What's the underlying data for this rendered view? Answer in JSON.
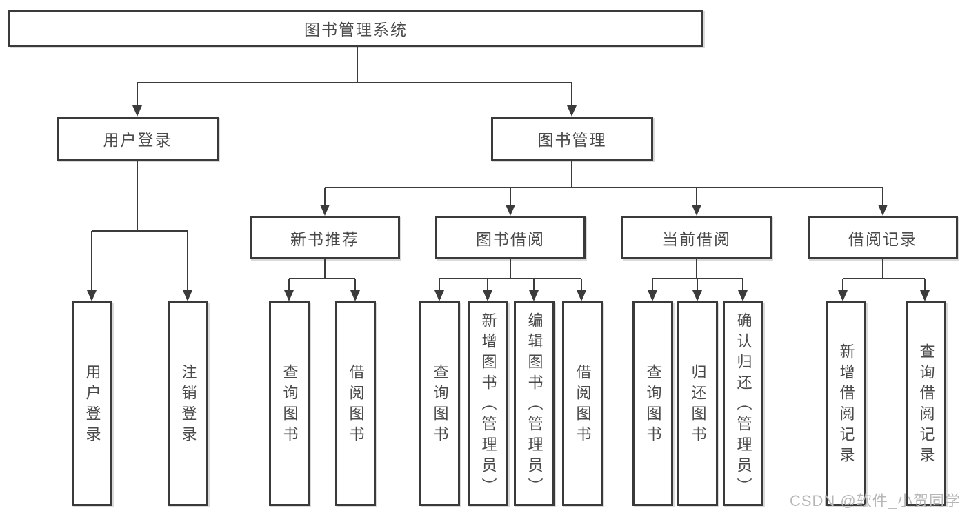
{
  "colors": {
    "line": "#3b3b3b",
    "text": "#4a4a4a",
    "background": "#ffffff",
    "watermark_text_color": "#b7b7b7"
  },
  "watermark": {
    "text": "CSDN @软件_小贺同学"
  },
  "diagram": {
    "root": {
      "label": "图书管理系统"
    },
    "level2": [
      {
        "label": "用户登录",
        "parent": "图书管理系统"
      },
      {
        "label": "图书管理",
        "parent": "图书管理系统"
      }
    ],
    "level3": [
      {
        "label": "新书推荐",
        "parent": "图书管理"
      },
      {
        "label": "图书借阅",
        "parent": "图书管理"
      },
      {
        "label": "当前借阅",
        "parent": "图书管理"
      },
      {
        "label": "借阅记录",
        "parent": "图书管理"
      }
    ],
    "leaves": [
      {
        "label": "用户登录",
        "parent": "用户登录"
      },
      {
        "label": "注销登录",
        "parent": "用户登录"
      },
      {
        "label": "查询图书",
        "parent": "新书推荐"
      },
      {
        "label": "借阅图书",
        "parent": "新书推荐"
      },
      {
        "label": "查询图书",
        "parent": "图书借阅"
      },
      {
        "label": "新增图书（管理员）",
        "parent": "图书借阅"
      },
      {
        "label": "编辑图书（管理员）",
        "parent": "图书借阅"
      },
      {
        "label": "借阅图书",
        "parent": "图书借阅"
      },
      {
        "label": "查询图书",
        "parent": "当前借阅"
      },
      {
        "label": "归还图书",
        "parent": "当前借阅"
      },
      {
        "label": "确认归还（管理员）",
        "parent": "当前借阅"
      },
      {
        "label": "新增借阅记录",
        "parent": "借阅记录"
      },
      {
        "label": "查询借阅记录",
        "parent": "借阅记录"
      }
    ]
  }
}
